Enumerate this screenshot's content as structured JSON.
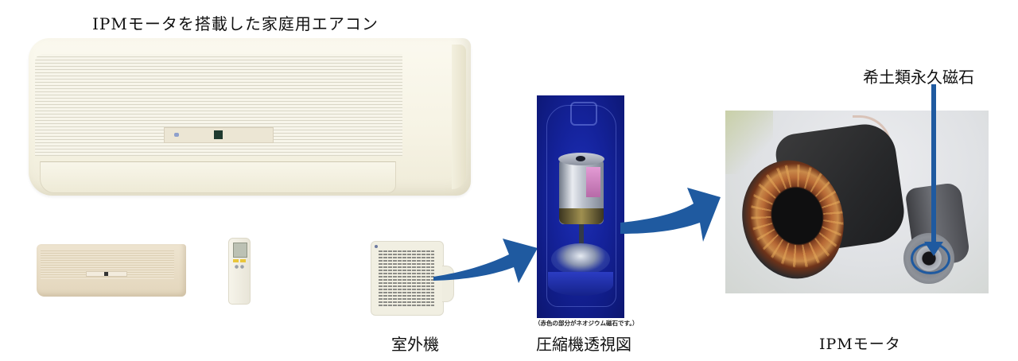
{
  "title": "IPMモータを搭載した家庭用エアコン",
  "labels": {
    "outdoor_unit": "室外機",
    "compressor_cutaway": "圧縮機透視図",
    "compressor_note": "（赤色の部分がネオジウム磁石です。）",
    "ipm_motor": "IPMモータ",
    "rare_earth_magnet": "希土類永久磁石"
  },
  "colors": {
    "arrow_blue": "#1f5aa0",
    "compressor_background": "#14229a",
    "magnet_highlight": "#d98cc8"
  },
  "diagram": {
    "nodes": [
      {
        "id": "indoor-unit",
        "label": "IPMモータを搭載した家庭用エアコン"
      },
      {
        "id": "outdoor-unit",
        "label": "室外機"
      },
      {
        "id": "compressor",
        "label": "圧縮機透視図"
      },
      {
        "id": "ipm-motor",
        "label": "IPMモータ"
      },
      {
        "id": "rare-earth-magnet",
        "label": "希土類永久磁石"
      }
    ],
    "edges": [
      {
        "from": "outdoor-unit",
        "to": "compressor"
      },
      {
        "from": "compressor",
        "to": "ipm-motor"
      },
      {
        "from": "rare-earth-magnet",
        "to": "ipm-motor"
      }
    ]
  }
}
